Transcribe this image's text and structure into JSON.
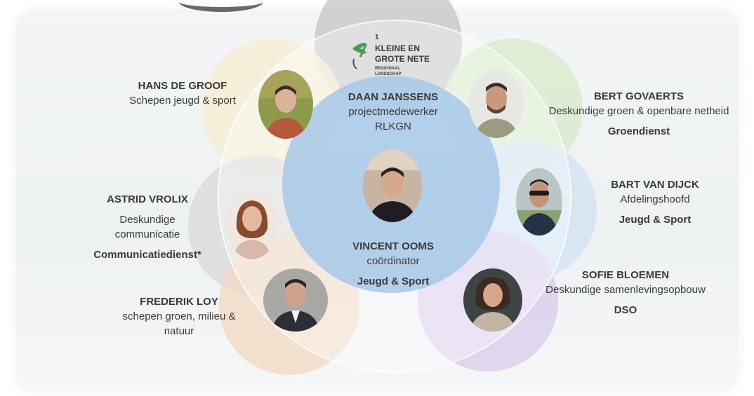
{
  "people": {
    "daan": {
      "name": "DAAN JANSSENS",
      "role_line1": "projectmedewerker",
      "role_line2": "RLKGN"
    },
    "hans": {
      "name": "HANS DE GROOF",
      "role": "Schepen jeugd & sport"
    },
    "bert": {
      "name": "BERT GOVAERTS",
      "role": "Deskundige groen & openbare netheid",
      "dept": "Groendienst"
    },
    "bart": {
      "name": "BART VAN DIJCK",
      "role": "Afdelingshoofd",
      "dept": "Jeugd & Sport"
    },
    "astrid": {
      "name": "ASTRID VROLIX",
      "role_line1": "Deskundige",
      "role_line2": "communicatie",
      "dept": "Communicatiedienst*"
    },
    "frederik": {
      "name": "FREDERIK LOY",
      "role_line1": "schepen groen, milieu &",
      "role_line2": "natuur"
    },
    "sofie": {
      "name": "SOFIE BLOEMEN",
      "role": "Deskundige samenlevingsopbouw",
      "dept": "DSO"
    },
    "vincent": {
      "name": "VINCENT OOMS",
      "role": "coördinator",
      "dept": "Jeugd & Sport"
    }
  },
  "logo": {
    "number": "1",
    "line1": "KLEINE EN",
    "line2": "GROTE NETE",
    "sub1": "REGIONAAL",
    "sub2": "LANDSCHAP"
  },
  "colors": {
    "center": "#a9cbe8",
    "top": "#c9c9c9",
    "top_left": "#f6efd6",
    "top_right": "#d9ebd0",
    "left": "#dcdcdc",
    "right": "#d5e4f2",
    "bottom_left": "#f3dcc8",
    "bottom_right": "#ddd3ea",
    "big_ring": "#ffffff"
  }
}
